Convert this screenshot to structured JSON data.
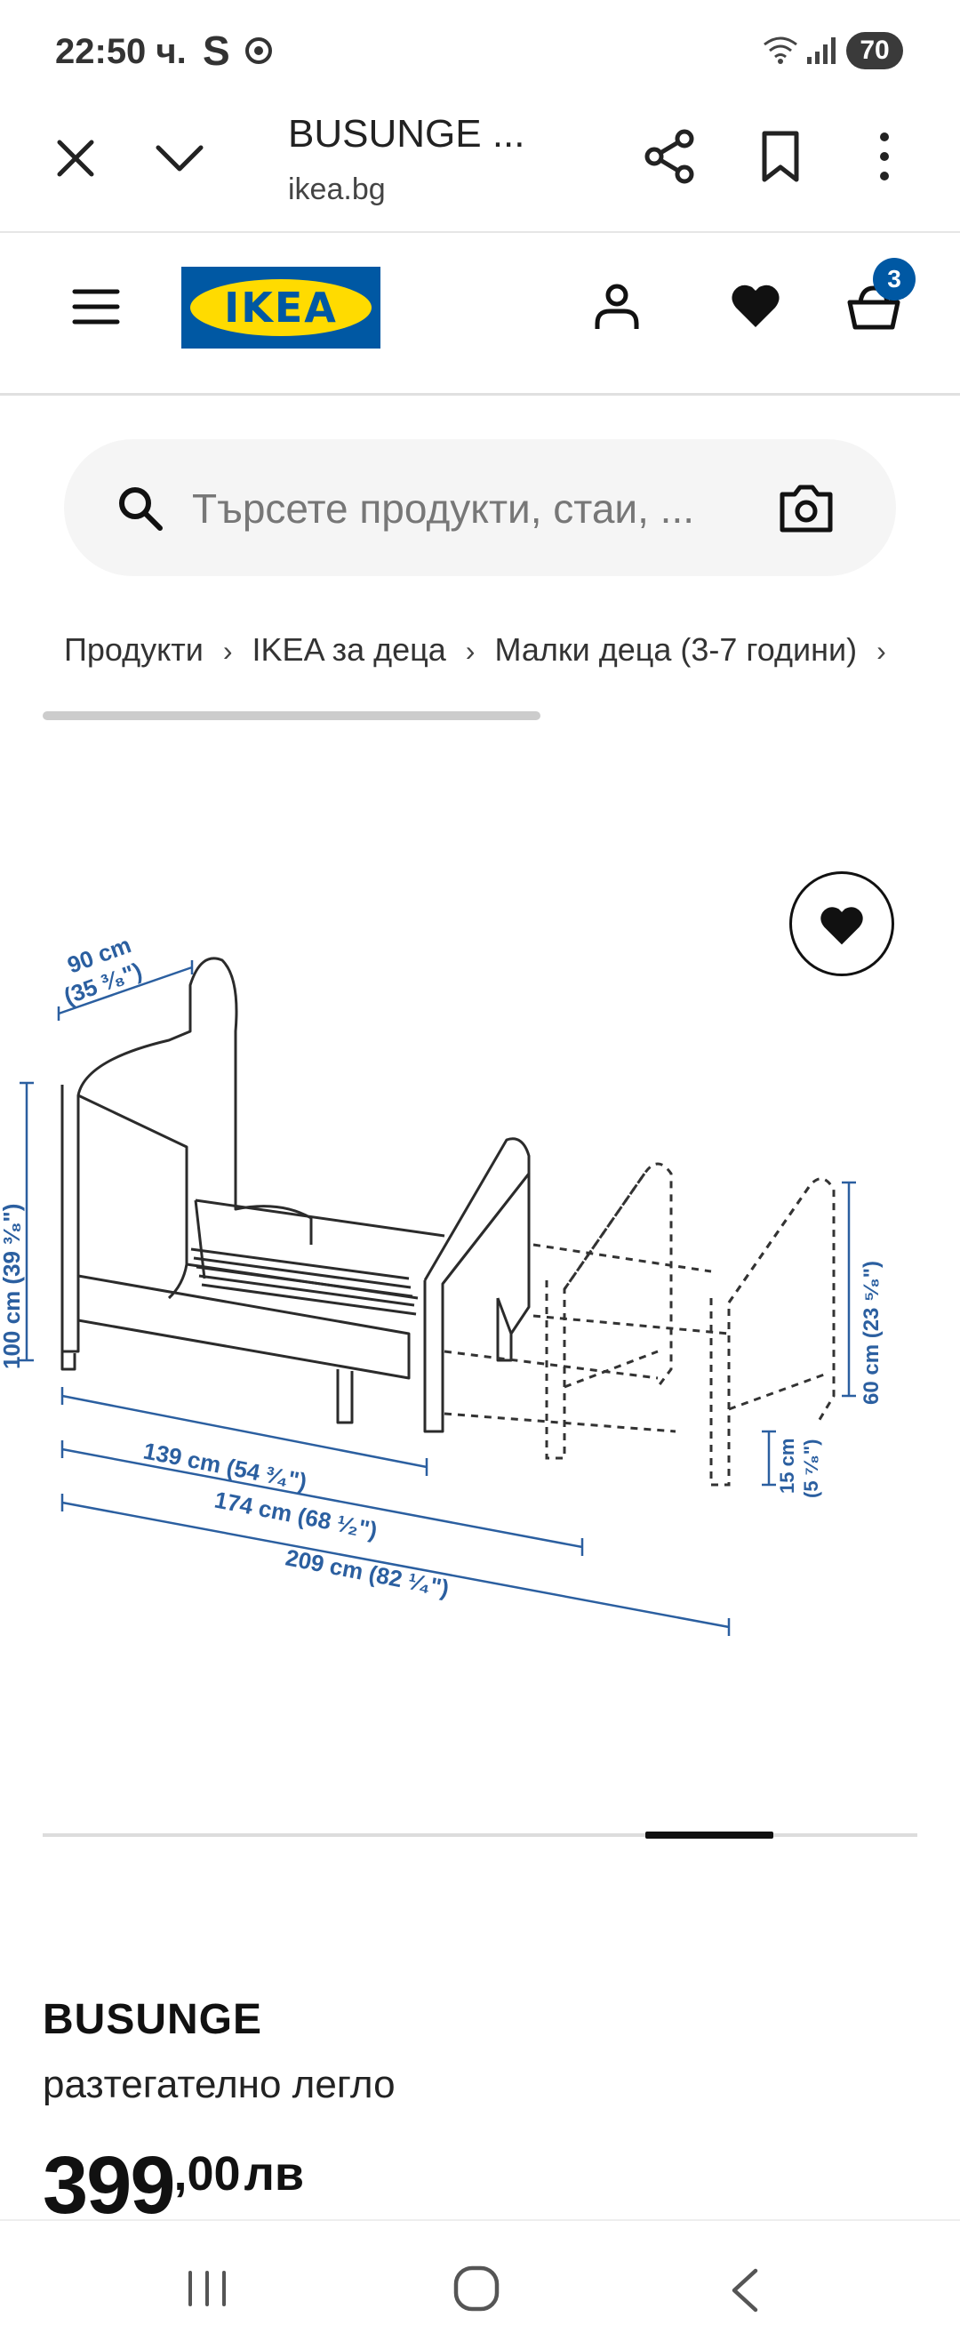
{
  "status_bar": {
    "time": "22:50 ч.",
    "s_indicator": "S",
    "battery": "70"
  },
  "browser": {
    "tab_title": "BUSUNGE ...",
    "url": "ikea.bg"
  },
  "header": {
    "logo_text": "IKEA",
    "cart_count": "3",
    "brand_blue": "#0058a3",
    "brand_yellow": "#ffdb00"
  },
  "search": {
    "placeholder": "Търсете продукти, стаи, ..."
  },
  "breadcrumb": [
    "Продукти",
    "IKEA за деца",
    "Малки деца (3-7 години)"
  ],
  "dimensions": {
    "width_top": "90 cm",
    "width_top_in": "(35 ³⁄₈\")",
    "height": "100 cm (39 ³⁄₈\")",
    "len1": "139 cm (54 ³⁄₄\")",
    "len2": "174 cm (68 ¹⁄₂\")",
    "len3": "209 cm (82 ¹⁄₄\")",
    "footboard_h": "60 cm (23 ⁵⁄₈\")",
    "leg_h": "15 cm",
    "leg_h_in": "(5 ⁷⁄₈\")"
  },
  "product": {
    "name": "BUSUNGE",
    "description": "разтегателно легло",
    "price_int": "399",
    "price_dec": ",00",
    "currency": "лв"
  }
}
